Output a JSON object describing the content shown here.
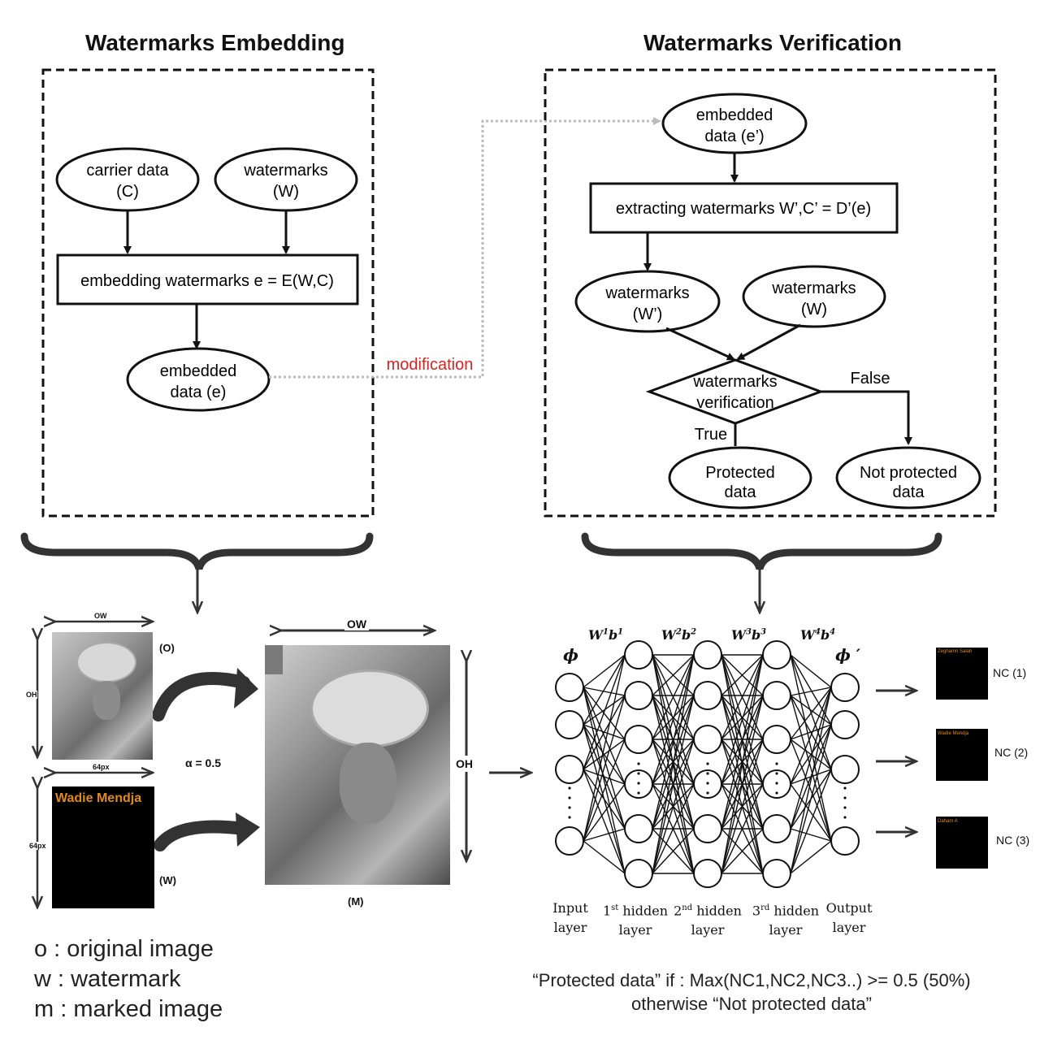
{
  "embedding": {
    "title": "Watermarks Embedding",
    "carrier_line1": "carrier data",
    "carrier_line2": "(C)",
    "watermarks_line1": "watermarks",
    "watermarks_line2": "(W)",
    "embed_box": "embedding watermarks e = E(W,C)",
    "embedded_line1": "embedded",
    "embedded_line2": "data (e)"
  },
  "modification_label": "modification",
  "verification": {
    "title": "Watermarks Verification",
    "embedded_line1": "embedded",
    "embedded_line2": "data (e’)",
    "extract_box": "extracting watermarks  W’,C’ = D’(e)",
    "wm_prime_line1": "watermarks",
    "wm_prime_line2": "(W’)",
    "wm_line1": "watermarks",
    "wm_line2": "(W)",
    "decision_line1": "watermarks",
    "decision_line2": "verification",
    "false_label": "False",
    "true_label": "True",
    "protected_line1": "Protected",
    "protected_line2": "data",
    "not_protected_line1": "Not protected",
    "not_protected_line2": "data"
  },
  "images": {
    "ow_label": "OW",
    "oh_label": "OH",
    "o_label": "(O)",
    "size_label": "64px",
    "size_label_v": "64px",
    "w_label": "(W)",
    "watermark_text": "Wadie Mendja",
    "alpha_label": "α = 0.5",
    "marked_ow_label": "OW",
    "marked_oh_label": "OH",
    "m_label": "(M)"
  },
  "network": {
    "phi": "ϕ",
    "phi_prime": "ϕ ′",
    "weights": [
      {
        "w": "W",
        "sup_w": "1",
        "b": "b",
        "sup_b": "1"
      },
      {
        "w": "W",
        "sup_w": "2",
        "b": "b",
        "sup_b": "2"
      },
      {
        "w": "W",
        "sup_w": "3",
        "b": "b",
        "sup_b": "3"
      },
      {
        "w": "W",
        "sup_w": "4",
        "b": "b",
        "sup_b": "4"
      }
    ],
    "layer_labels": [
      {
        "line1": "Input",
        "sup": "",
        "line1b": "",
        "line2": "layer"
      },
      {
        "line1": "1",
        "sup": "st",
        "line1b": " hidden",
        "line2": "layer"
      },
      {
        "line1": "2",
        "sup": "nd",
        "line1b": " hidden",
        "line2": "layer"
      },
      {
        "line1": "3",
        "sup": "rd",
        "line1b": " hidden",
        "line2": "layer"
      },
      {
        "line1": "Output",
        "sup": "",
        "line1b": "",
        "line2": "layer"
      }
    ],
    "dots": "·"
  },
  "outputs": [
    {
      "name": "Zeghamri Salah",
      "nc": "NC (1)"
    },
    {
      "name": "Wadie Mendja",
      "nc": "NC (2)"
    },
    {
      "name": "Daham A",
      "nc": "NC (3)"
    }
  ],
  "legend": [
    "o : original image",
    "w : watermark",
    "m : marked image"
  ],
  "footer": {
    "line1": "“Protected data” if :  Max(NC1,NC2,NC3..) >= 0.5 (50%)",
    "line2": "otherwise “Not protected data”"
  },
  "colors": {
    "modification": "#e02020",
    "watermark_text": "#e08a1a"
  }
}
